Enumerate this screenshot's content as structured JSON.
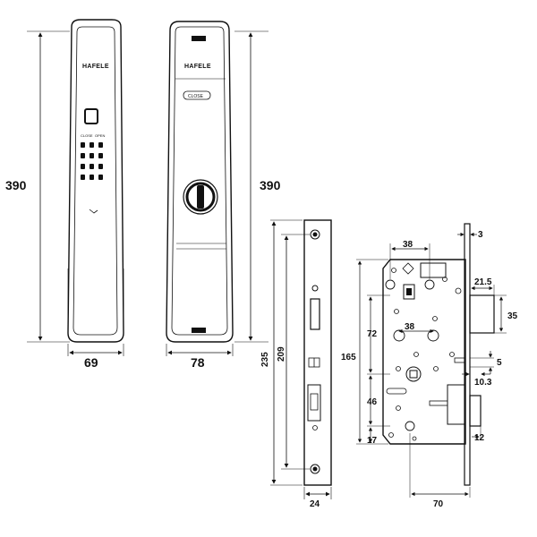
{
  "front_view": {
    "brand": "HAFELE",
    "keypad_mode_labels": [
      "CLOSE",
      "OPEN"
    ],
    "height_dim": "390",
    "width_dim": "69"
  },
  "back_view": {
    "brand": "HAFELE",
    "close_button_label": "CLOSE",
    "height_dim": "390",
    "width_dim": "78"
  },
  "faceplate_view": {
    "height_outer_dim": "235",
    "height_inner_dim": "209",
    "width_dim": "24"
  },
  "mortise_view": {
    "dims": {
      "top_right": "3",
      "hole_spacing_top": "38",
      "latch_width": "21.5",
      "latch_height": "35",
      "spindle_to_cyl": "72",
      "hole_spacing_mid": "38",
      "body_height": "165",
      "deadbolt_offset": "5",
      "bolt_dim": "10.3",
      "lower_spacing": "46",
      "bottom_left": "17",
      "bottom_right": "12",
      "backset": "70"
    }
  }
}
